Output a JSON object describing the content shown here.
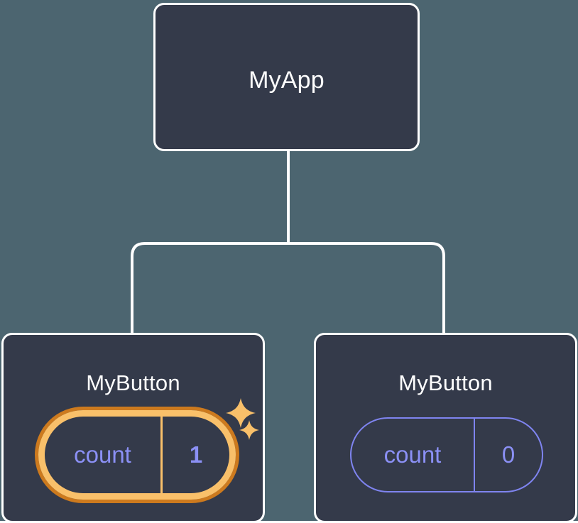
{
  "diagram": {
    "type": "component-tree",
    "background_color": "#4c6570",
    "node_fill_color": "#343a4a",
    "node_border_color": "#ffffff",
    "connector_color": "#ffffff",
    "accent_highlight_color": "#f9c06a",
    "accent_highlight_ring_color": "#cd7a1e",
    "state_text_color": "#8b90f5"
  },
  "root": {
    "title": "MyApp"
  },
  "children": [
    {
      "title": "MyButton",
      "state": {
        "key": "count",
        "value": "1",
        "highlighted": true
      },
      "sparkles": [
        "sparkle-large",
        "sparkle-small"
      ]
    },
    {
      "title": "MyButton",
      "state": {
        "key": "count",
        "value": "0",
        "highlighted": false
      }
    }
  ]
}
